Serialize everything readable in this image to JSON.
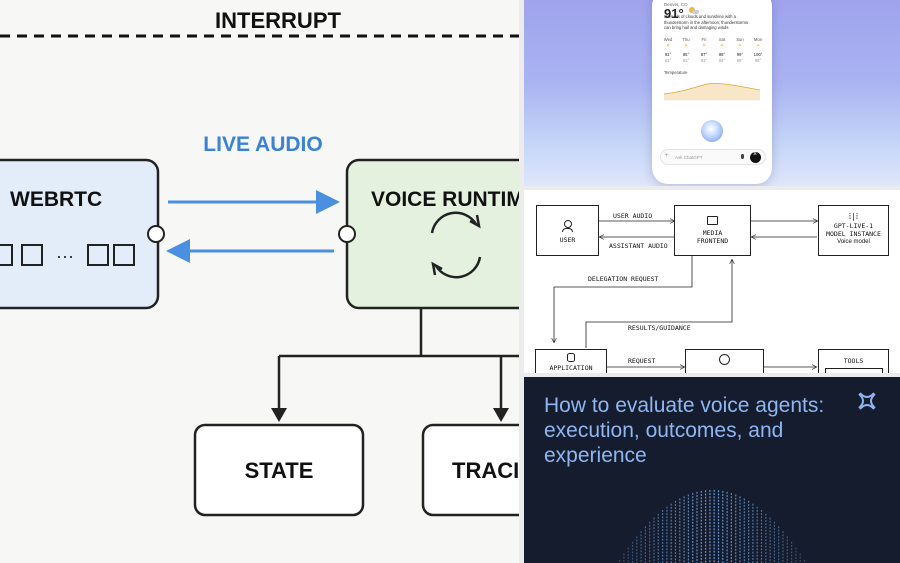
{
  "diagram": {
    "interrupt": "INTERRUPT",
    "live_audio": "LIVE AUDIO",
    "webrtc": "WEBRTC",
    "voice_runtime": "VOICE RUNTIM",
    "ellipsis": "···",
    "state": "STATE",
    "trace": "TRACI"
  },
  "weather": {
    "location": "Denver, CO",
    "temp": "91°",
    "summary": [
      "Intervals of clouds and sunshine with a",
      "thunderstorm in the afternoon; thunderstorms",
      "can bring hail and damaging winds"
    ],
    "days": [
      "Wed",
      "Thu",
      "Fri",
      "Sat",
      "Sun",
      "Mon"
    ],
    "highs": [
      "91°",
      "85°",
      "87°",
      "98°",
      "99°",
      "100°"
    ],
    "lows": [
      "63°",
      "61°",
      "63°",
      "64°",
      "66°",
      "68°"
    ],
    "temperature_label": "Temperature",
    "input_placeholder": "Ask ChatGPT",
    "colors": {
      "sky_top": "#9fa3ec",
      "sky_bottom": "#dfe6fb",
      "sun": "#f2b43a"
    }
  },
  "flow": {
    "user": "USER",
    "user_audio": "USER AUDIO",
    "assistant_audio": "ASSISTANT AUDIO",
    "media_frontend": [
      "MEDIA",
      "FRONTEND"
    ],
    "model_instance": [
      "GPT-LIVE-1",
      "MODEL INSTANCE"
    ],
    "voice_model": "Voice model",
    "delegation_request": "DELEGATION REQUEST",
    "results_guidance": "RESULTS/GUIDANCE",
    "request": "REQUEST",
    "application": "APPLICATION",
    "tools": "TOOLS"
  },
  "article": {
    "title_lines": [
      "How to evaluate voice agents:",
      "execution, outcomes, and",
      "experience"
    ],
    "colors": {
      "background": "#141c2e",
      "title": "#8fb6f2",
      "dots": "#6f9fd8"
    }
  }
}
